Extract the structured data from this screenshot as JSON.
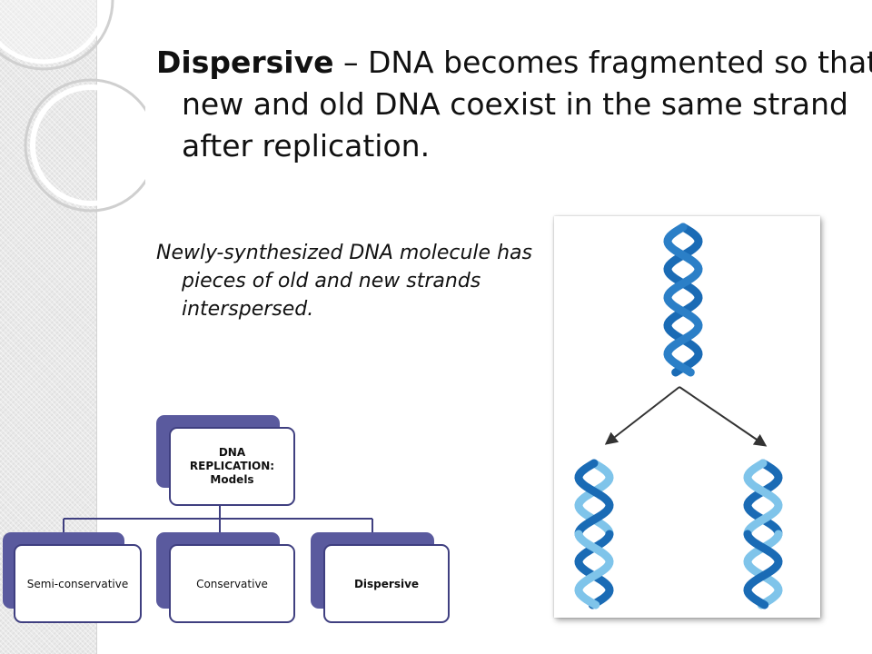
{
  "heading": {
    "term": "Dispersive",
    "text": " – DNA becomes fragmented so that new and old DNA coexist in the same strand after replication."
  },
  "subtext": "Newly-synthesized DNA molecule has pieces of old and new strands interspersed.",
  "diagram": {
    "root": {
      "line1": "DNA",
      "line2": "REPLICATION:",
      "line3": "Models"
    },
    "children": [
      "Semi-conservative",
      "Conservative",
      "Dispersive"
    ]
  },
  "colors": {
    "box_fill": "#5a5a9e",
    "box_border": "#3f3f80",
    "dna_dark": "#1a6bb5",
    "dna_light": "#7fc4ea"
  }
}
